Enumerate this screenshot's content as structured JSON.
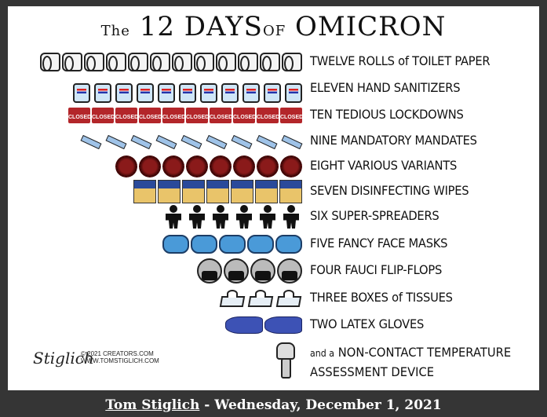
{
  "cartoon": {
    "title_pre": "The",
    "title_num": "12",
    "title_days": "DAYS",
    "title_of": "OF",
    "title_main": "OMICRON",
    "rows": [
      {
        "count": 12,
        "icon": "toilet-paper-icon",
        "cls": "tp",
        "label": "TWELVE ROLLS of TOILET PAPER"
      },
      {
        "count": 11,
        "icon": "hand-sanitizer-icon",
        "cls": "hs",
        "label": "ELEVEN HAND SANITIZERS"
      },
      {
        "count": 10,
        "icon": "closed-sign-icon",
        "cls": "ld",
        "icon_text": "CLOSED",
        "label": "TEN TEDIOUS LOCKDOWNS"
      },
      {
        "count": 9,
        "icon": "syringe-icon",
        "cls": "sy",
        "label": "NINE MANDATORY MANDATES"
      },
      {
        "count": 8,
        "icon": "virus-icon",
        "cls": "vr",
        "label": "EIGHT VARIOUS VARIANTS"
      },
      {
        "count": 7,
        "icon": "wipes-icon",
        "cls": "wp",
        "label": "SEVEN DISINFECTING WIPES"
      },
      {
        "count": 6,
        "icon": "person-icon",
        "cls": "pp",
        "label": "SIX SUPER-SPREADERS"
      },
      {
        "count": 5,
        "icon": "face-mask-icon",
        "cls": "mk",
        "label": "FIVE FANCY FACE MASKS"
      },
      {
        "count": 4,
        "icon": "fauci-face-icon",
        "cls": "fa",
        "label": "FOUR FAUCI FLIP-FLOPS"
      },
      {
        "count": 3,
        "icon": "tissue-box-icon",
        "cls": "tx",
        "label": "THREE BOXES of TISSUES"
      },
      {
        "count": 2,
        "icon": "latex-glove-icon",
        "cls": "gl",
        "label": "TWO LATEX GLOVES"
      }
    ],
    "last_prefix": "and a",
    "last_line1": "NON-CONTACT TEMPERATURE",
    "last_line2": "ASSESSMENT DEVICE",
    "signature": "Stiglich",
    "copyright_line1": "© 2021 CREATORS.COM",
    "copyright_line2": "WWW.TOMSTIGLICH.COM"
  },
  "caption": {
    "author": "Tom Stiglich",
    "separator": " - ",
    "date": "Wednesday, December 1, 2021"
  }
}
